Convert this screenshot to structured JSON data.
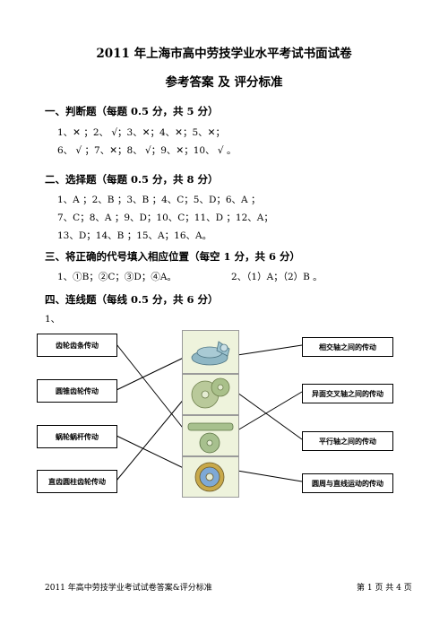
{
  "header": {
    "title": "2011 年上海市高中劳技学业水平考试书面试卷",
    "subtitle": "参考答案  及  评分标准"
  },
  "section1": {
    "heading": "一、判断题（每题 0.5 分，共 5 分）",
    "line1": "1、✕ ；2、 √；3、✕；4、✕；5、✕；",
    "line2": "6、 √ ；7、✕；8、 √；9、✕；10、 √  。"
  },
  "section2": {
    "heading": "二、选择题（每题 0.5 分，共 8 分）",
    "line1": "1、A ；2、B ；3、B ；4、C；5、D；6、A ；",
    "line2": "7、C；8、A ；9、D；10、C；11、D ；12、A；",
    "line3": "13、D；14、B ；15、A；16、A。"
  },
  "section3": {
    "heading": "三、将正确的代号填入相应位置（每空 1 分，共 6 分）",
    "answer1": "1、①B；②C；③D；④A。",
    "answer2": "2、（1）A；（2）B  。"
  },
  "section4": {
    "heading": "四、连线题（每线 0.5 分，共 6 分）",
    "item_label": "1、",
    "left_items": [
      "齿轮齿条传动",
      "圆锥齿轮传动",
      "蜗轮蜗杆传动",
      "直齿圆柱齿轮传动"
    ],
    "right_items": [
      "相交轴之间的传动",
      "异面交叉轴之间的传动",
      "平行轴之间的传动",
      "圆周与直线运动的传动"
    ],
    "gear_images": [
      "bevel-gears",
      "spur-gears",
      "worm-gear",
      "rack-and-pinion"
    ]
  },
  "footer": {
    "left": "2011 年高中劳技学业考试试卷答案&评分标准",
    "right": "第  1  页  共  4  页"
  }
}
